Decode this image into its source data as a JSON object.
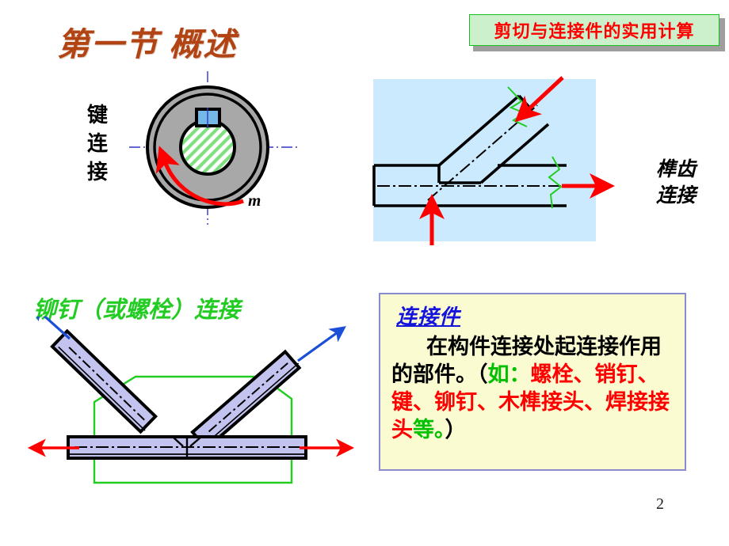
{
  "slide": {
    "title": "第一节  概述",
    "page_number": "2",
    "title_color": "#b24414"
  },
  "banner": {
    "text": "剪切与连接件的实用计算",
    "text_color": "#ff0000",
    "fill": "#ccf0cc",
    "border": "#19c019"
  },
  "key_connection": {
    "label_lines": [
      "键",
      "连",
      "接"
    ],
    "moment_symbol": "m",
    "ring_fill": "#a8a8a8",
    "hatch_color": "#66dd66",
    "key_fill": "#74b8e8",
    "centerline_color": "#3333cc",
    "arrow_color": "#ff0000"
  },
  "tenon_connection": {
    "label_lines": [
      "榫齿",
      "连接"
    ],
    "panel_fill": "#cbeafd",
    "break_line_color": "#22cc22",
    "arrow_color": "#ff0000",
    "outline_color": "#000000"
  },
  "rivet_connection": {
    "caption": "铆钉（或螺栓）连接",
    "caption_color": "#22cc22",
    "plate_fill": "#c3c3f0",
    "outline_color": "#000000",
    "blue_arrow_color": "#1b4fd8",
    "red_arrow_color": "#ff0000",
    "green_outline_color": "#22cc22"
  },
  "definition_box": {
    "heading": "连接件",
    "heading_color": "#1414dc",
    "fill": "#fbfbd2",
    "border": "#8a8ad0",
    "body_segments": [
      {
        "text": "在构件连接处起连接作用的部件。（",
        "color": "#000000"
      },
      {
        "text": "如：",
        "color": "#00c000"
      },
      {
        "text": "螺栓、销钉、键、铆钉、木榫接头、焊接接头",
        "color": "#ff0000"
      },
      {
        "text": "等。",
        "color": "#00c000"
      },
      {
        "text": "）",
        "color": "#000000"
      }
    ]
  }
}
